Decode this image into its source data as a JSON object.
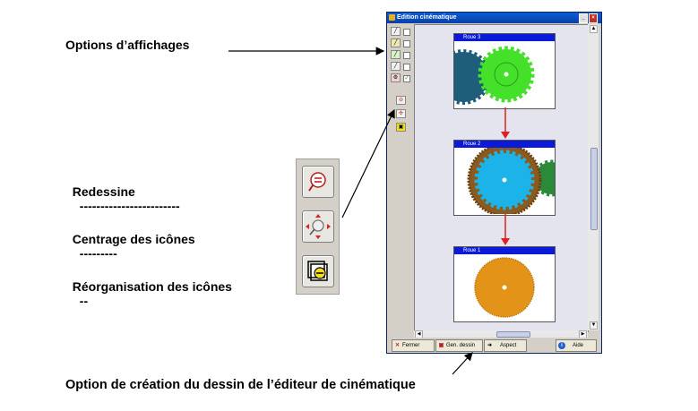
{
  "callouts": {
    "options": "Options d’affichages",
    "redessine": "Redessine",
    "redessine_dashes": "------------------------",
    "centrage": "Centrage des icônes",
    "centrage_dashes": "---------",
    "reorg": "Réorganisation des icônes",
    "reorg_dashes": "--",
    "creation": "Option de création du dessin de l’éditeur de cinématique"
  },
  "window": {
    "title": "Edition cinématique",
    "wheels": [
      {
        "label": "Roue 3",
        "colors": [
          "#1f5e7a",
          "#44e02a"
        ]
      },
      {
        "label": "Roue 2",
        "colors": [
          "#8a5a1e",
          "#1cb4e8",
          "#2a8a3a"
        ]
      },
      {
        "label": "Roue 1",
        "colors": [
          "#e39418"
        ]
      }
    ],
    "footer": {
      "close": "Fermer",
      "gen": "Gen. dessin",
      "aspect": "Aspect",
      "help": "Aide"
    }
  },
  "colors": {
    "title_bar": "#0a3fa8",
    "link_arrow": "#e02020"
  }
}
